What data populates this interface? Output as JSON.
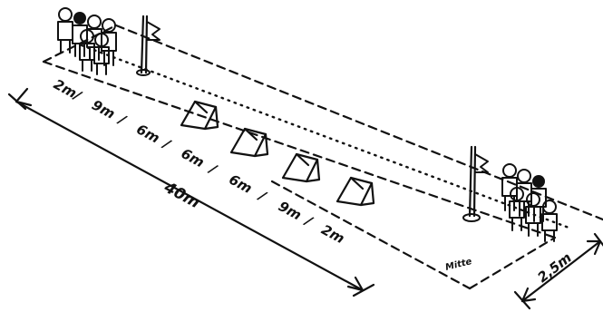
{
  "course": {
    "segment_labels": [
      "2m",
      "9m",
      "6m",
      "6m",
      "6m",
      "9m",
      "2m"
    ],
    "total_length_label": "40m",
    "width_label": "2,5m",
    "center_label": "Mitte",
    "hurdle_count": 4,
    "team_count": 2
  },
  "colors": {
    "ink": "#111111",
    "background": "#ffffff"
  }
}
